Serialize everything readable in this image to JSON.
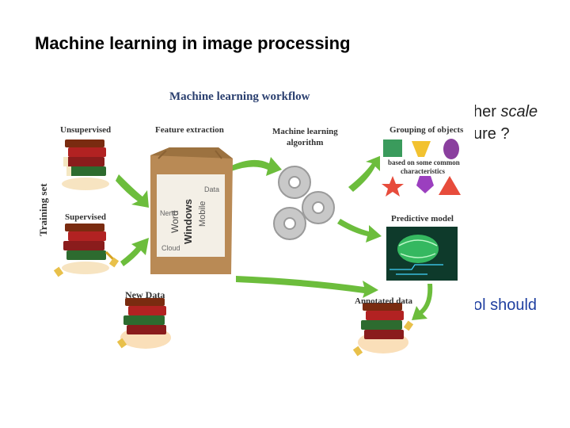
{
  "slide": {
    "title": "Machine learning in image processing",
    "behind_text_1": "her scale",
    "behind_text_1_italic": "scale",
    "behind_text_2": "ure ?",
    "behind_text_3": "ol should"
  },
  "diagram": {
    "heading": "Machine learning workflow",
    "training_set": "Training set",
    "unsupervised": "Unsupervised",
    "supervised": "Supervised",
    "new_data": "New Data",
    "feature_extraction": "Feature extraction",
    "ml_algorithm_1": "Machine learning",
    "ml_algorithm_2": "algorithm",
    "grouping": "Grouping of objects",
    "grouping_caption_1": "based on some common",
    "grouping_caption_2": "characteristics",
    "predictive_model": "Predictive model",
    "annotated_data": "Annotated data",
    "bag_words": [
      "Windows",
      "Mobile",
      "Word",
      "Nerd",
      "Data",
      "Cloud"
    ]
  },
  "colors": {
    "arrow": "#6cbd3c",
    "heading": "#2a3f6f",
    "behind_blue": "#1f3fa0"
  }
}
